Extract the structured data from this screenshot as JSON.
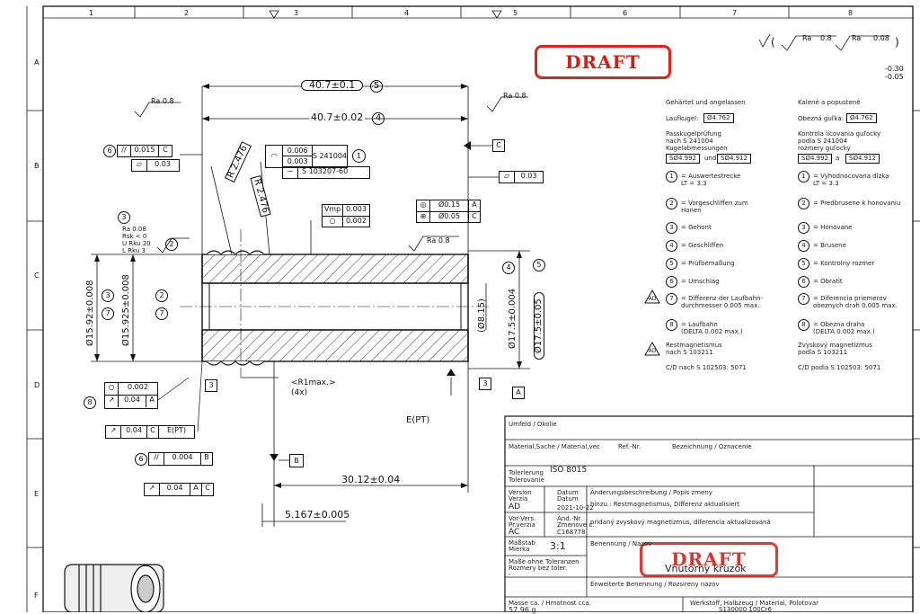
{
  "colors": {
    "line": "#111111",
    "stamp": "#e2231a",
    "hatch": "#333333"
  },
  "frame": {
    "columns": [
      "1",
      "2",
      "3",
      "4",
      "5",
      "6",
      "7",
      "8"
    ],
    "rows": [
      "A",
      "B",
      "C",
      "D",
      "E",
      "F"
    ]
  },
  "stamps": {
    "top": "DRAFT",
    "titleblock": "DRAFT"
  },
  "surface": {
    "symbol_main": "Ra 0.8",
    "ra1": "Ra",
    "v1": "0.8",
    "ra2": "Ra",
    "v2": "0.08",
    "chamfer_top": "-0.30",
    "chamfer_bot": "-0.05"
  },
  "dims": {
    "d1": "40.7±0.1",
    "b5": "5",
    "d2": "40.7±0.02",
    "b4": "4",
    "r1": "R 2.476",
    "r2": "R 2.476",
    "dia1": "Ø15.92±0.008",
    "dia2": "Ø15.925±0.008",
    "dia_inner": "(Ø8.15)",
    "dia3": "Ø17.5±0.004",
    "dia4": "Ø17.5±0.05",
    "len": "30.12±0.04",
    "len2": "5.167±0.005",
    "r1max": "<R1max.>",
    "r1count": "(4x)",
    "ept": "E(PT)",
    "datum_a": "A",
    "datum_b": "B",
    "datum_c": "C",
    "three": "3",
    "fix3": "3"
  },
  "fcf": {
    "tl_num": "6",
    "tl_par": "//",
    "tl_val": "0.015",
    "tl_ref": "C",
    "tl_cyl": "0.03",
    "prof_val1": "0.006",
    "prof_val2": "0.003",
    "prof_std": "S 241004",
    "prof_num": "1",
    "wavy_std": "S 103207-60",
    "vmp_label": "Vmp",
    "vmp_val": "0.003",
    "circ_val": "0.002",
    "conc_val": "Ø0.15",
    "conc_ref": "A",
    "pos_val": "Ø0.05",
    "pos_ref": "C",
    "flat_val": "0.03",
    "ra_left": "Ra 0.8",
    "ra_right": "Ra 0.8",
    "ra_top": "Ra 0.8",
    "rsk_lines": [
      "Ra  0.08",
      "Rsk < 0",
      "U Rku 20",
      "L Rku 3"
    ],
    "c3": "3",
    "c2": "2",
    "r8_num": "8",
    "r8a": "0.002",
    "r8b": "0.04",
    "r8ref": "A",
    "run2": "0.04",
    "run2ref": "C",
    "run2ref2": "E(PT)",
    "par_num": "6",
    "par_val": "0.004",
    "par_ref": "B",
    "run3": "0.04",
    "run3a": "A",
    "run3b": "C"
  },
  "notes_de": {
    "h1": "Gehärtet und angelassen",
    "ball": "Laufkugel:",
    "ball_v": "Ø4.762",
    "p1": "Passkugelprüfung",
    "p2": "nach S 241004",
    "p3": "Kugelabmessungen",
    "s1": "SØ4.992",
    "und": "und",
    "s2": "SØ4.912",
    "items": [
      "= Auswertestrecke",
      "LT = 3.3",
      "= Vorgeschliffen zum",
      "Honen",
      "= Gehont",
      "= Geschliffen",
      "= Prüfbemaßung",
      "= Umschlag",
      "= Differenz der Laufbahn-",
      "durchmesser 0.005 max.",
      "= Laufbahn",
      "(DELTA 0.002 max.)"
    ],
    "rest1": "Restmagnetismus",
    "rest2": "nach S 103211",
    "cd": "C/D nach S 102503: 5071"
  },
  "notes_sk": {
    "h1": "Kalené a popustené",
    "ball": "Obezná guľka:",
    "ball_v": "Ø4.762",
    "p1": "Kontrola lícovania guľocky",
    "p2": "podla S 241004",
    "p3": "rozmery guľocky",
    "s1": "SØ4.992",
    "a": "a",
    "s2": "SØ4.912",
    "items": [
      "= Vyhodnocovana dlzka",
      "LT = 3.3",
      "= Predbrusene k honovaniu",
      "= Honovane",
      "= Brusene",
      "= Kontrolny rozmer",
      "= Obratit",
      "= Diferencia priemerov",
      "obeznych drah 0.005 max.",
      "= Obezna draha",
      "(DELTA 0.002 max.)"
    ],
    "rest1": "Zvyskový magnetizmus",
    "rest2": "podla S 103211",
    "cd": "C/D podla S 102503: 5071"
  },
  "nums": [
    "1",
    "2",
    "3",
    "4",
    "5",
    "6",
    "7",
    "8"
  ],
  "ad": "AD",
  "titleblock": {
    "umfeld": "Umfeld / Okolie",
    "material": "Material,Sache / Material,vec",
    "refnr": "Ref.-Nr.",
    "bez": "Bezeichnung / Oznacenie",
    "tol_l1": "Tolerierung",
    "tol_l2": "Tolerovanie",
    "tol_v": "ISO 8015",
    "ver1": "Version",
    "ver2": "Verzia",
    "ver_v": "AD",
    "dat1": "Datum",
    "dat2": "Datum",
    "dat_v": "2021-10-22",
    "chg_h": "Änderungsbeschreibung / Popis zmeny",
    "chg_de": "hinzu.: Restmagnetismus, Differenz aktualisiert",
    "vv1": "Vor-Vers.",
    "vv2": "Pr.verzia",
    "vv_v": "AC",
    "an1": "Änd.-Nr.",
    "an2": "Zmenove c.",
    "an_v": "C168778",
    "chg_sk": "pridaný zvyskový magnetizmus, diferencia aktualizovaná",
    "mass1": "Maßstab",
    "mass2": "Mierka",
    "mass_v": "3:1",
    "ben": "Benennung / Nazov",
    "ben_v": "Vnutorny kruzok",
    "ohne1": "Maße ohne Toleranzen",
    "ohne2": "Rozmery bez toler.",
    "dash": "-",
    "erw": "Enweiterte Benennung / Rozsireny nazov",
    "masse": "Masse ca. / Hmotnost cca.",
    "masse_v": "57.96 g",
    "werk": "Werkstoff, Halbzeug / Material, Polotovar",
    "werk_v": "S130000 100Cr6"
  }
}
